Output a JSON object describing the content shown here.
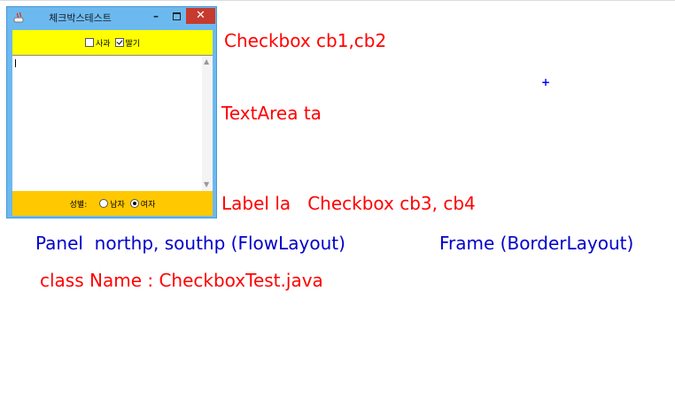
{
  "window": {
    "title": "체크박스테스트",
    "min_glyph": "–",
    "close_glyph": "✕",
    "north_panel": {
      "checkboxes": [
        {
          "label": "사과",
          "checked": false
        },
        {
          "label": "딸기",
          "checked": true
        }
      ]
    },
    "south_panel": {
      "label": "성별:",
      "radios": [
        {
          "label": "남자",
          "checked": false
        },
        {
          "label": "여자",
          "checked": true
        }
      ]
    },
    "textarea_value": ""
  },
  "annotations": {
    "checkbox_north": "Checkbox cb1,cb2",
    "textarea": "TextArea ta",
    "label_checkbox_south": "Label la   Checkbox cb3, cb4",
    "panel": "Panel  northp, southp (FlowLayout)",
    "frame": "Frame (BorderLayout)",
    "class_name": "class Name : CheckboxTest.java",
    "cross_mark": "+"
  },
  "colors": {
    "north_panel": "#ffff00",
    "south_panel": "#ffc800",
    "window_border": "#6cb9f0",
    "annotation_red": "#ff0000",
    "annotation_blue": "#0000cc"
  }
}
